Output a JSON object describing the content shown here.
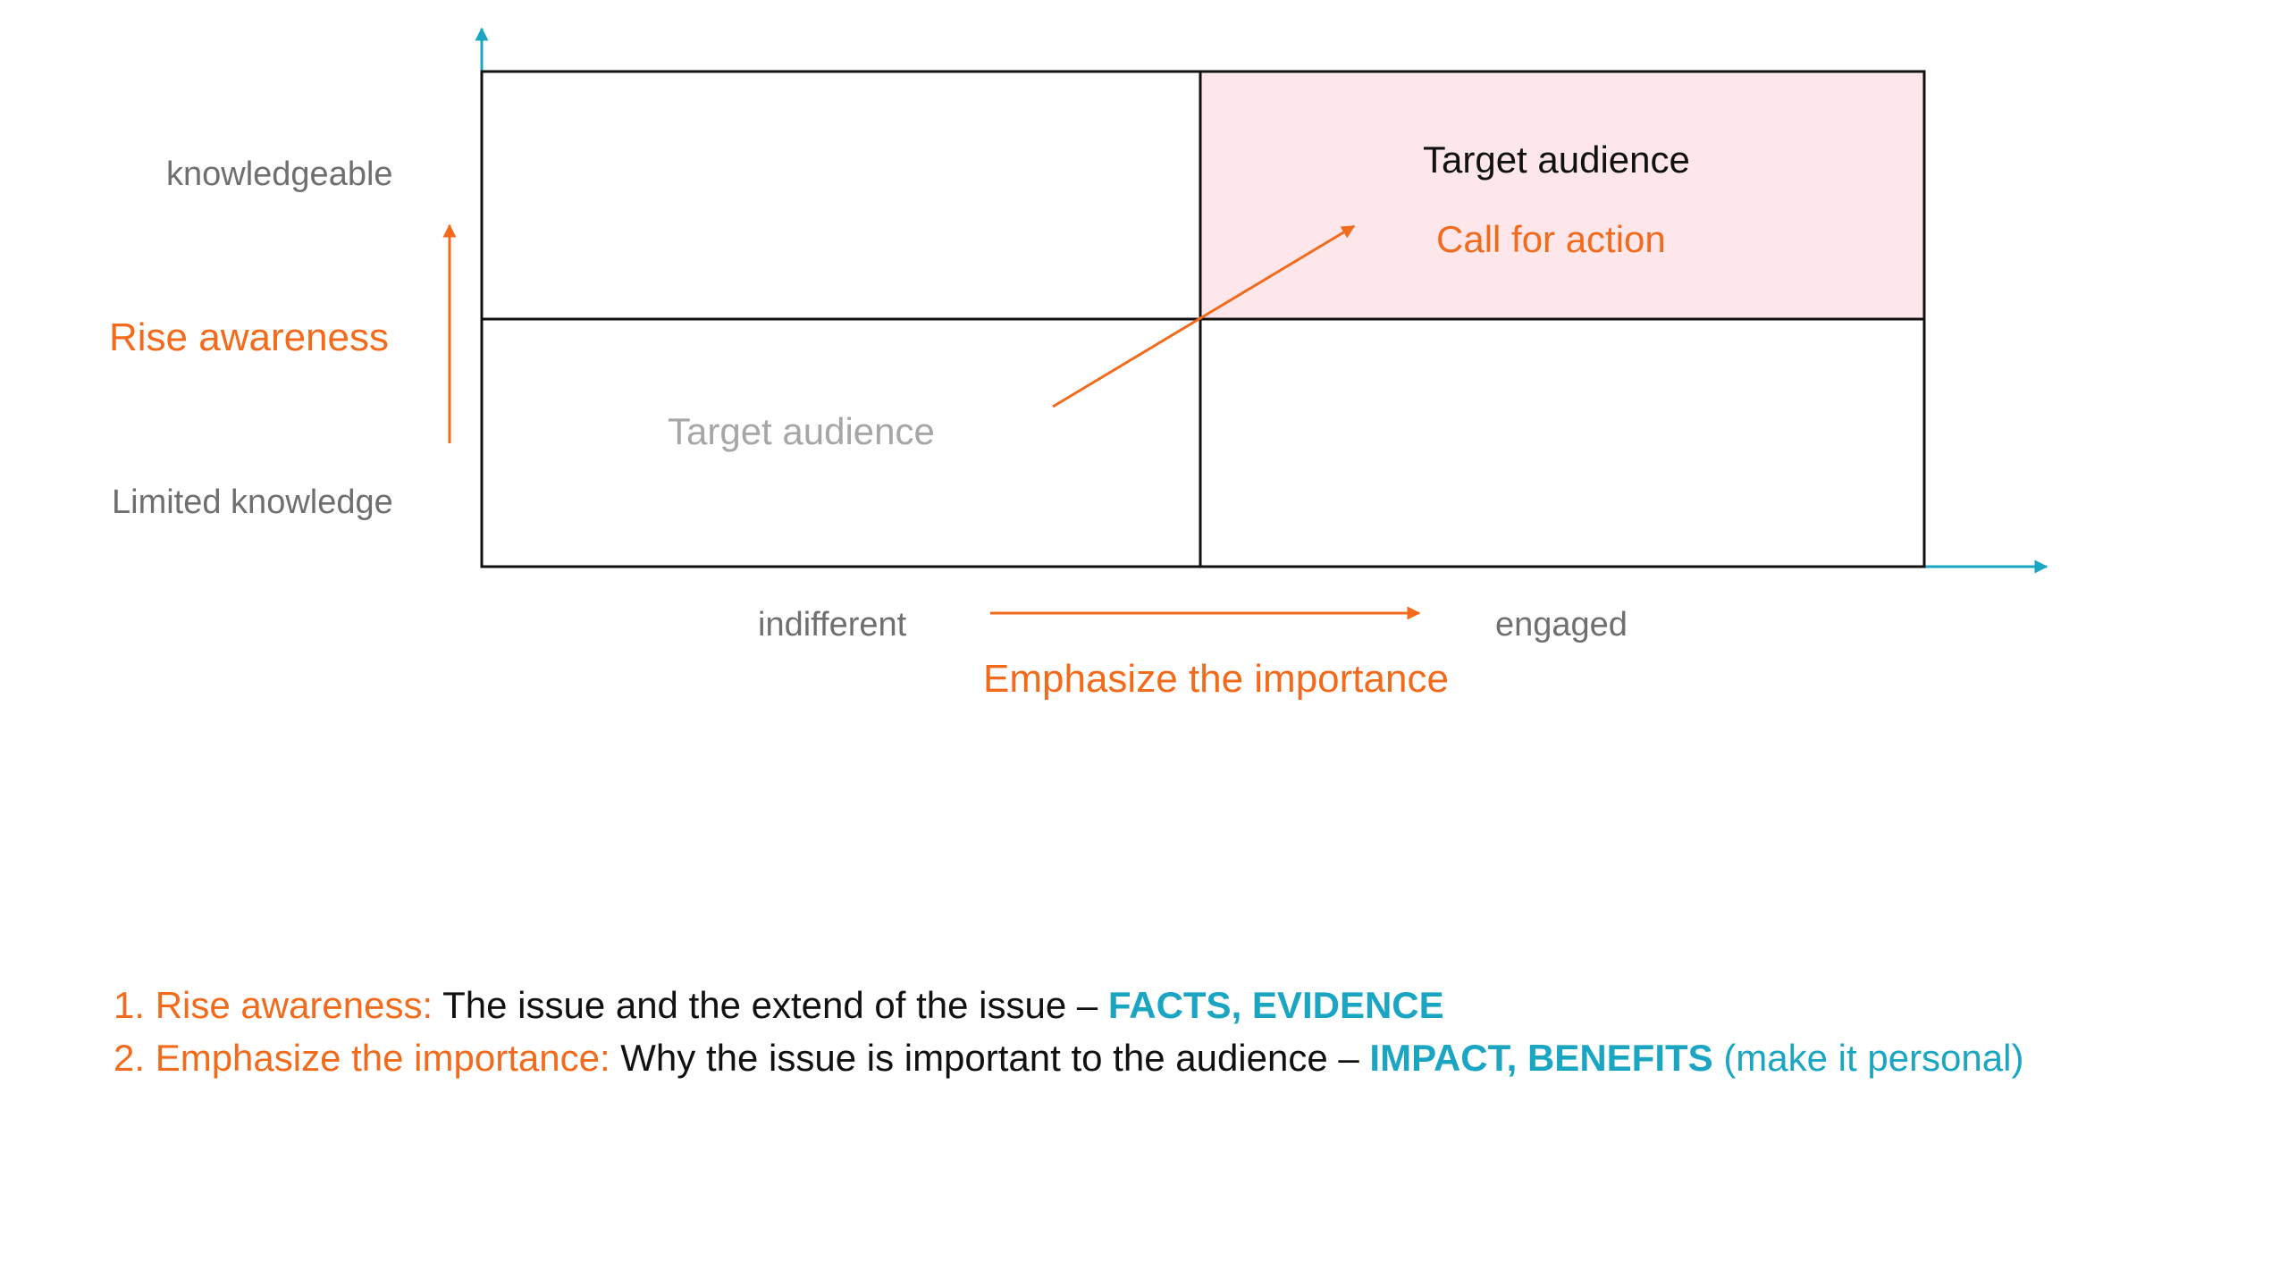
{
  "colors": {
    "orange": "#f26b1d",
    "teal": "#1aa6c2",
    "pink_fill": "#fde7eb",
    "axis": "#1aa6c2",
    "grid": "#111111",
    "gray_text": "#6f6f6f",
    "light_text": "#a6a6a6"
  },
  "y_axis": {
    "top_label": "knowledgeable",
    "bottom_label": "Limited knowledge",
    "action_label": "Rise awareness"
  },
  "x_axis": {
    "left_label": "indifferent",
    "right_label": "engaged",
    "action_label": "Emphasize the importance"
  },
  "quadrants": {
    "top_right": {
      "title": "Target audience",
      "subtitle": "Call for action",
      "highlighted": true
    },
    "bottom_left": {
      "title": "Target audience"
    }
  },
  "notes": [
    {
      "prefix": "1. Rise awareness:",
      "text": " The issue and the extend of the issue – ",
      "emphasis": "FACTS, EVIDENCE",
      "suffix": ""
    },
    {
      "prefix": "2. Emphasize the importance:",
      "text": " Why the issue is important to the audience – ",
      "emphasis": "IMPACT, BENEFITS",
      "suffix": " (make it personal)"
    }
  ]
}
